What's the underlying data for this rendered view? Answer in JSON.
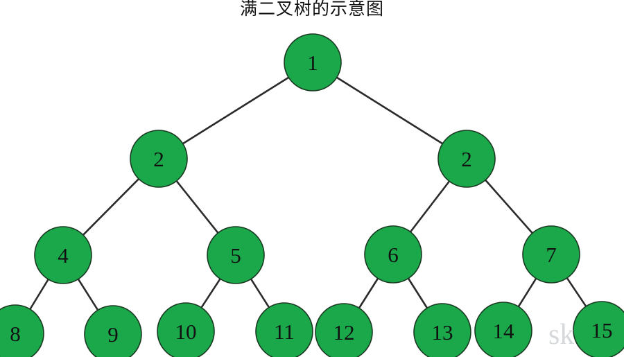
{
  "title": "满二叉树的示意图",
  "watermark": "sk",
  "colors": {
    "node_fill": "#1aa84a",
    "node_stroke": "#1a3a22",
    "edge": "#2b2b2b",
    "label": "#111111"
  },
  "tree": {
    "nodes": [
      {
        "id": "n1",
        "label": "1"
      },
      {
        "id": "n2a",
        "label": "2"
      },
      {
        "id": "n2b",
        "label": "2"
      },
      {
        "id": "n4",
        "label": "4"
      },
      {
        "id": "n5",
        "label": "5"
      },
      {
        "id": "n6",
        "label": "6"
      },
      {
        "id": "n7",
        "label": "7"
      },
      {
        "id": "n8",
        "label": "8"
      },
      {
        "id": "n9",
        "label": "9"
      },
      {
        "id": "n10",
        "label": "10"
      },
      {
        "id": "n11",
        "label": "11"
      },
      {
        "id": "n12",
        "label": "12"
      },
      {
        "id": "n13",
        "label": "13"
      },
      {
        "id": "n14",
        "label": "14"
      },
      {
        "id": "n15",
        "label": "15"
      }
    ],
    "edges": [
      [
        "n1",
        "n2a"
      ],
      [
        "n1",
        "n2b"
      ],
      [
        "n2a",
        "n4"
      ],
      [
        "n2a",
        "n5"
      ],
      [
        "n2b",
        "n6"
      ],
      [
        "n2b",
        "n7"
      ],
      [
        "n4",
        "n8"
      ],
      [
        "n4",
        "n9"
      ],
      [
        "n5",
        "n10"
      ],
      [
        "n5",
        "n11"
      ],
      [
        "n6",
        "n12"
      ],
      [
        "n6",
        "n13"
      ],
      [
        "n7",
        "n14"
      ],
      [
        "n7",
        "n15"
      ]
    ]
  }
}
